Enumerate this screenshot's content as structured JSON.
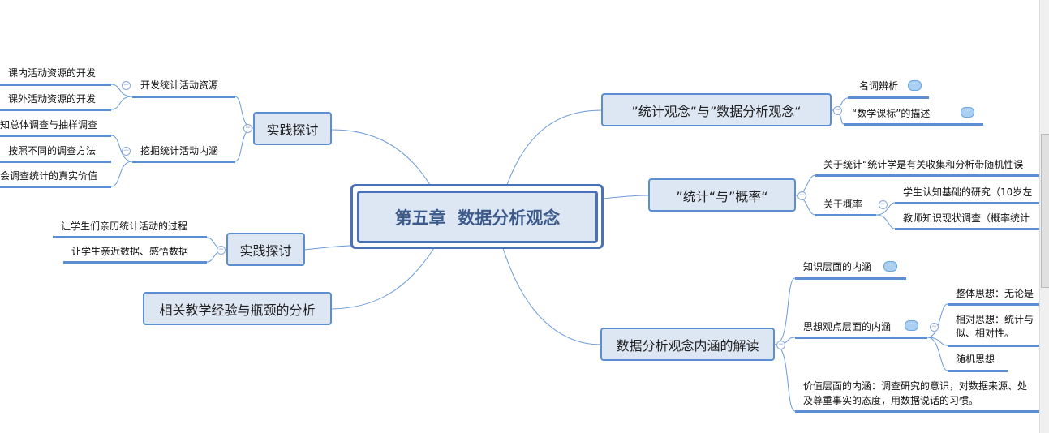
{
  "center": "第五章  数据分析观念",
  "left": {
    "topic1": {
      "label": "实践探讨",
      "sub1": {
        "label": "开发统计活动资源",
        "items": [
          "课内活动资源的开发",
          "课外活动资源的开发"
        ]
      },
      "sub2": {
        "label": "挖掘统计活动内涵",
        "items": [
          "知总体调查与抽样调查",
          "按照不同的调查方法",
          "会调查统计的真实价值"
        ]
      }
    },
    "topic2": {
      "label": "实践探讨",
      "items": [
        "让学生们亲历统计活动的过程",
        "让学生亲近数据、感悟数据"
      ]
    },
    "topic3": {
      "label": "相关教学经验与瓶颈的分析"
    }
  },
  "right": {
    "topic1": {
      "label": "”统计观念“与”数据分析观念“",
      "items": [
        "名词辨析",
        "“数学课标”的描述"
      ]
    },
    "topic2": {
      "label": "”统计“与”概率“",
      "stat": "关于统计“统计学是有关收集和分析带随机性误",
      "prob": {
        "label": "关于概率",
        "items": [
          "学生认知基础的研究（10岁左",
          "教师知识现状调查（概率统计"
        ]
      }
    },
    "topic3": {
      "label": "数据分析观念内涵的解读",
      "knowledge": "知识层面的内涵",
      "thought": {
        "label": "思想观点层面的内涵",
        "items": [
          "整体思想：无论是",
          "相对思想：统计与",
          "似、相对性。",
          "随机思想"
        ]
      },
      "value": [
        "价值层面的内涵：调查研究的意识，对数据来源、处",
        "及尊重事实的态度，用数据说话的习惯。"
      ]
    }
  }
}
